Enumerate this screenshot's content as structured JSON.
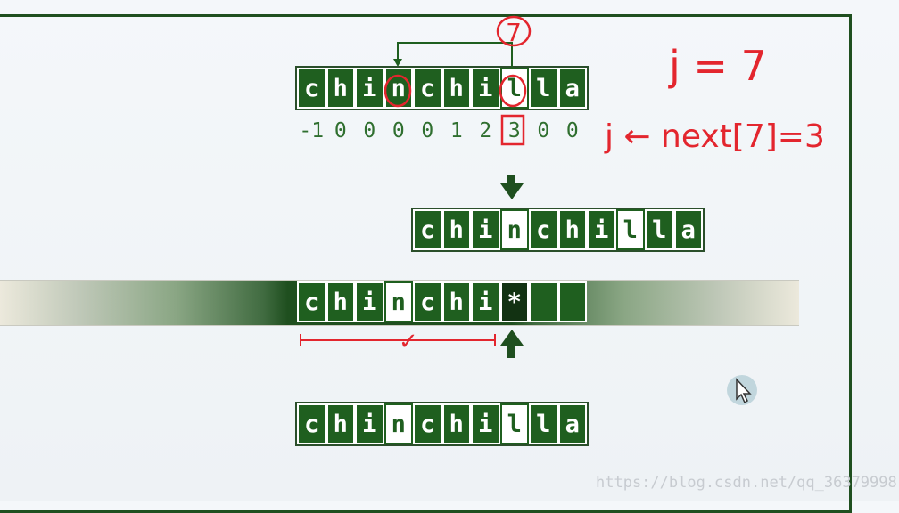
{
  "rows": {
    "pattern_top": {
      "cells": [
        "c",
        "h",
        "i",
        "n",
        "c",
        "h",
        "i",
        "l",
        "l",
        "a"
      ],
      "highlight": [
        7
      ]
    },
    "next_values": [
      "-1",
      "0",
      "0",
      "0",
      "0",
      "1",
      "2",
      "3",
      "0",
      "0"
    ],
    "pattern_shifted": {
      "cells": [
        "c",
        "h",
        "i",
        "n",
        "c",
        "h",
        "i",
        "l",
        "l",
        "a"
      ],
      "highlight": [
        3,
        7
      ]
    },
    "text_band": {
      "cells": [
        "c",
        "h",
        "i",
        "n",
        "c",
        "h",
        "i",
        "*",
        "",
        ""
      ],
      "highlight": [
        3
      ],
      "dark": [
        7
      ]
    },
    "pattern_bottom": {
      "cells": [
        "c",
        "h",
        "i",
        "n",
        "c",
        "h",
        "i",
        "l",
        "l",
        "a"
      ],
      "highlight": [
        3,
        7
      ]
    }
  },
  "annotations": {
    "circled_number": "7",
    "j_equals": "j = 7",
    "j_next": "j ← next[7]=3",
    "check_mark": "✓"
  },
  "colors": {
    "cell_fill": "#1f5f1f",
    "highlight_fill": "#ffffff",
    "annotation_red": "#e3262e"
  },
  "watermark": "https://blog.csdn.net/qq_36379998"
}
